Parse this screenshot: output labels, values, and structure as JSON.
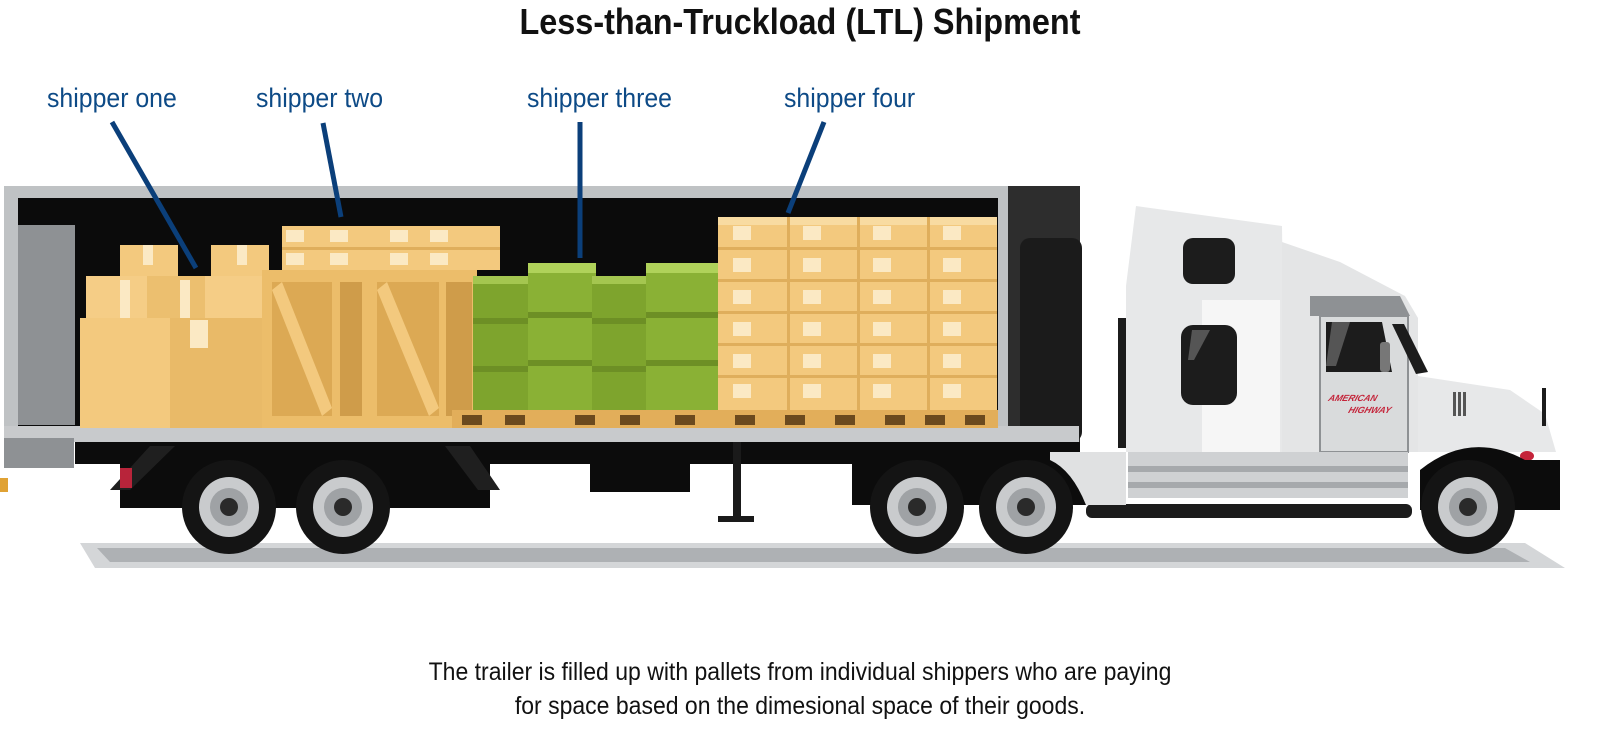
{
  "title": "Less-than-Truckload (LTL) Shipment",
  "shippers": [
    {
      "label": "shipper one"
    },
    {
      "label": "shipper two"
    },
    {
      "label": "shipper three"
    },
    {
      "label": "shipper four"
    }
  ],
  "truck_logo": {
    "line1": "AMERICAN",
    "line2": "HIGHWAY"
  },
  "caption": {
    "line1": "The trailer is filled up with pallets from individual shippers who are paying",
    "line2": "for space based on the dimesional space of their goods."
  },
  "colors": {
    "label": "#0d4a86",
    "leader_line": "#0b3f7a",
    "box": "#f3c97e",
    "crate": "#ecbd6a",
    "barrel": "#8ab135",
    "pallet": "#e2ae5a",
    "trailer_frame": "#b9bcbe",
    "cab": "#e7e8e9",
    "logo": "#c4243a"
  }
}
